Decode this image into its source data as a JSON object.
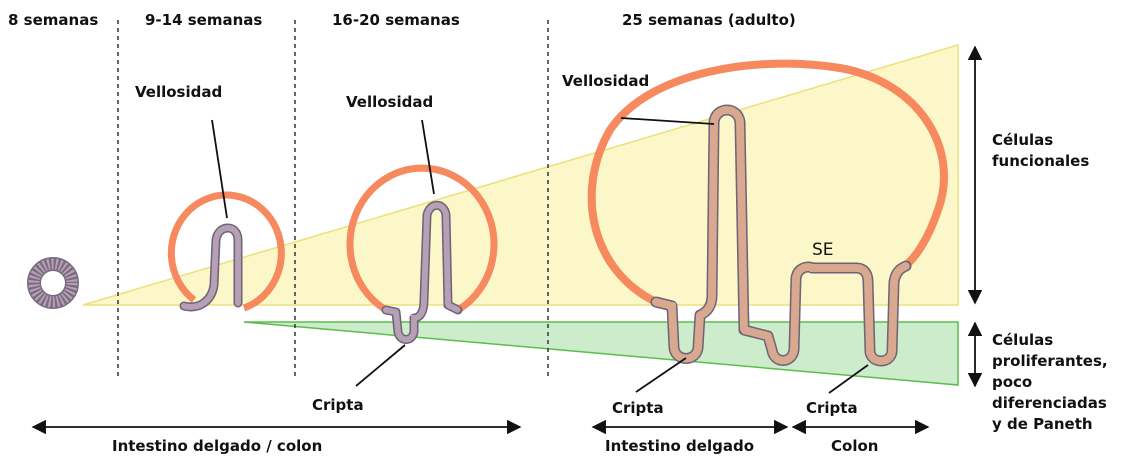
{
  "stages": {
    "s8": "8 semanas",
    "s9_14": "9-14 semanas",
    "s16_20": "16-20 semanas",
    "s25": "25 semanas (adulto)"
  },
  "labels": {
    "villus": "Vellosidad",
    "crypt": "Cripta",
    "se": "SE"
  },
  "regions": {
    "small_and_colon": "Intestino delgado / colon",
    "small_intestine": "Intestino delgado",
    "colon": "Colon"
  },
  "cells": {
    "functional": [
      "Células",
      "funcionales"
    ],
    "proliferating": [
      "Células",
      "proliferantes,",
      "poco",
      "diferenciadas",
      "y de Paneth"
    ]
  },
  "colors": {
    "yellow_zone": "#fbf7c8",
    "yellow_border": "#ece07a",
    "green_zone": "#cdeccb",
    "green_border": "#5bbd4c",
    "lumen_ring": "#f6895d",
    "epithelium": "#b5a0b5",
    "epithelium_edge": "#7a6a80"
  }
}
